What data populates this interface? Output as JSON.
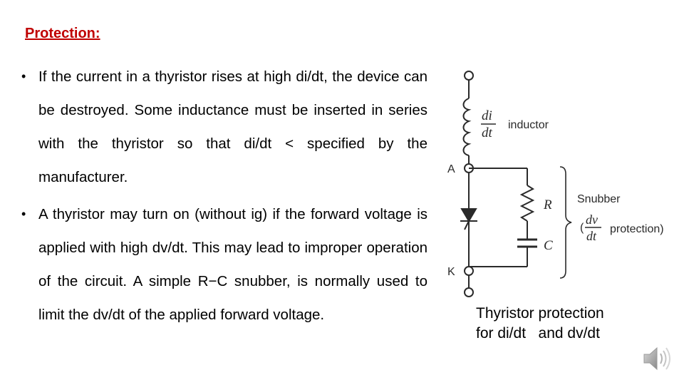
{
  "slide": {
    "heading": "Protection:",
    "bullets": [
      {
        "text": "If the current in a thyristor rises at high di/dt, the device can be destroyed. Some inductance must be inserted in series with the thyristor so that di/dt < specified by the manufacturer."
      },
      {
        "text": "A thyristor may turn on (without ig) if the forward voltage is applied with high dv/dt. This may lead to improper operation of the circuit. A simple R−C snubber, is normally used to limit the dv/dt of the applied forward voltage."
      }
    ],
    "bullet_glyph": "•"
  },
  "diagram": {
    "didt_num": "di",
    "didt_den": "dt",
    "inductor_label": "inductor",
    "node_a": "A",
    "node_k": "K",
    "resistor_label": "R",
    "capacitor_label": "C",
    "snubber_label": "Snubber",
    "paren_open": "(",
    "dvdt_num": "dv",
    "dvdt_den": "dt",
    "protection_label": "protection)",
    "caption": "Thyristor protection\nfor di/dt   and dv/dt"
  },
  "icons": {
    "speaker": "speaker-icon"
  },
  "colors": {
    "heading": "#c00000",
    "text": "#000000",
    "diagram": "#2a2a2a"
  }
}
